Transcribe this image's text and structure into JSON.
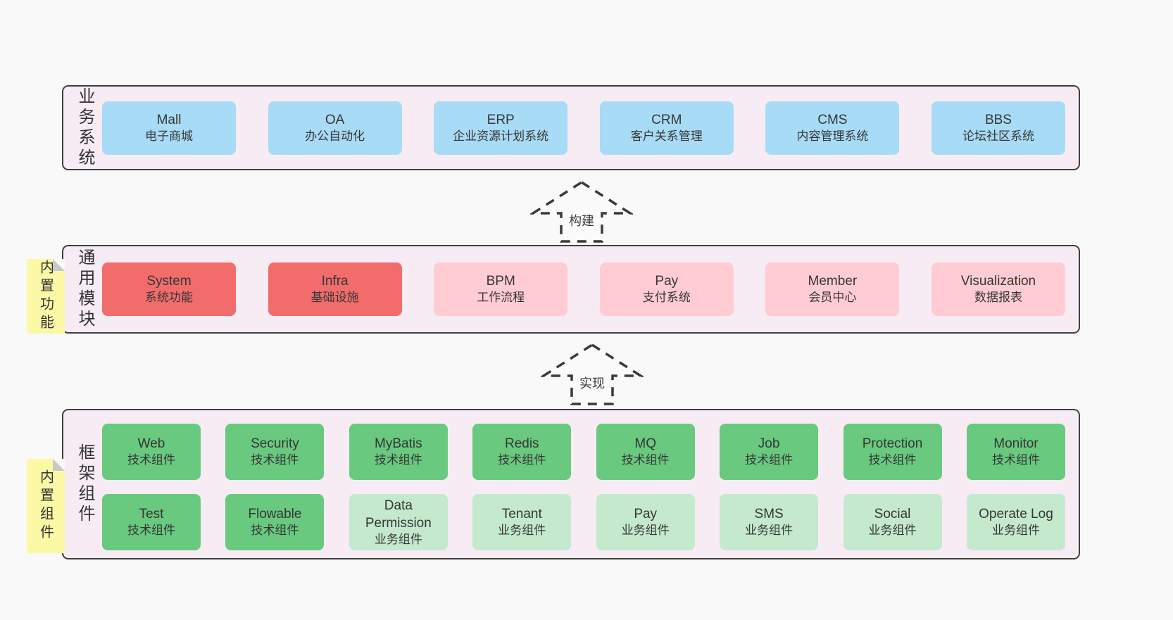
{
  "arrows": {
    "build": "构建",
    "implement": "实现"
  },
  "colors": {
    "page_bg": "#f9f9f9",
    "panel_bg": "#f7ecf4",
    "panel_border": "#3f3f3f",
    "blue": "#a8dbf5",
    "red": "#f26c6c",
    "pink": "#ffccd3",
    "green": "#68c97f",
    "light_green": "#c4e9cc",
    "note_yellow": "#fbf9a6",
    "note_fold": "#c9c9c9",
    "text": "#363636"
  },
  "layers": {
    "business": {
      "label": "业务系统",
      "items": [
        {
          "title": "Mall",
          "subtitle": "电子商城"
        },
        {
          "title": "OA",
          "subtitle": "办公自动化"
        },
        {
          "title": "ERP",
          "subtitle": "企业资源计划系统"
        },
        {
          "title": "CRM",
          "subtitle": "客户关系管理"
        },
        {
          "title": "CMS",
          "subtitle": "内容管理系统"
        },
        {
          "title": "BBS",
          "subtitle": "论坛社区系统"
        }
      ]
    },
    "modules": {
      "label": "通用模块",
      "note": "内置功能",
      "items": [
        {
          "title": "System",
          "subtitle": "系统功能"
        },
        {
          "title": "Infra",
          "subtitle": "基础设施"
        },
        {
          "title": "BPM",
          "subtitle": "工作流程"
        },
        {
          "title": "Pay",
          "subtitle": "支付系统"
        },
        {
          "title": "Member",
          "subtitle": "会员中心"
        },
        {
          "title": "Visualization",
          "subtitle": "数据报表"
        }
      ]
    },
    "framework": {
      "label": "框架组件",
      "note": "内置组件",
      "row1": [
        {
          "title": "Web",
          "subtitle": "技术组件"
        },
        {
          "title": "Security",
          "subtitle": "技术组件"
        },
        {
          "title": "MyBatis",
          "subtitle": "技术组件"
        },
        {
          "title": "Redis",
          "subtitle": "技术组件"
        },
        {
          "title": "MQ",
          "subtitle": "技术组件"
        },
        {
          "title": "Job",
          "subtitle": "技术组件"
        },
        {
          "title": "Protection",
          "subtitle": "技术组件"
        },
        {
          "title": "Monitor",
          "subtitle": "技术组件"
        }
      ],
      "row2": [
        {
          "title": "Test",
          "subtitle": "技术组件"
        },
        {
          "title": "Flowable",
          "subtitle": "技术组件"
        },
        {
          "title": "Data Permission",
          "subtitle": "业务组件"
        },
        {
          "title": "Tenant",
          "subtitle": "业务组件"
        },
        {
          "title": "Pay",
          "subtitle": "业务组件"
        },
        {
          "title": "SMS",
          "subtitle": "业务组件"
        },
        {
          "title": "Social",
          "subtitle": "业务组件"
        },
        {
          "title": "Operate Log",
          "subtitle": "业务组件"
        }
      ]
    }
  }
}
